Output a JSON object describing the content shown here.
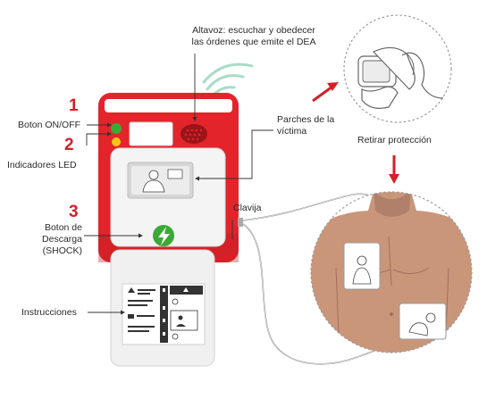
{
  "colors": {
    "device_red": "#e3242b",
    "device_dark_red": "#b71c22",
    "accent_green": "#3aa935",
    "led_yellow": "#f3c613",
    "speaker_waves": "#a8dcc8",
    "skin": "#c9967a",
    "skin_shadow": "#b0806a",
    "arrow_red": "#d42027"
  },
  "steps": [
    {
      "number": "1"
    },
    {
      "number": "2"
    },
    {
      "number": "3"
    }
  ],
  "labels": {
    "power": "Boton ON/OFF",
    "leds": "Indicadores LED",
    "shock_line1": "Boton de Descarga",
    "shock_line2": "(SHOCK)",
    "instructions": "Instrucciones",
    "speaker_line1": "Altavoz: escuchar y obedecer",
    "speaker_line2": "las órdenes que emite el DEA",
    "patches_line1": "Parches de la",
    "patches_line2": "víctima",
    "plug": "Clavija",
    "remove_protection": "Retirar protección"
  },
  "icons": {
    "shock": "lightning-bolt-icon",
    "pads": "body-silhouette-icon",
    "warning": "warning-triangle-icon",
    "speaker": "speaker-grille-icon"
  }
}
